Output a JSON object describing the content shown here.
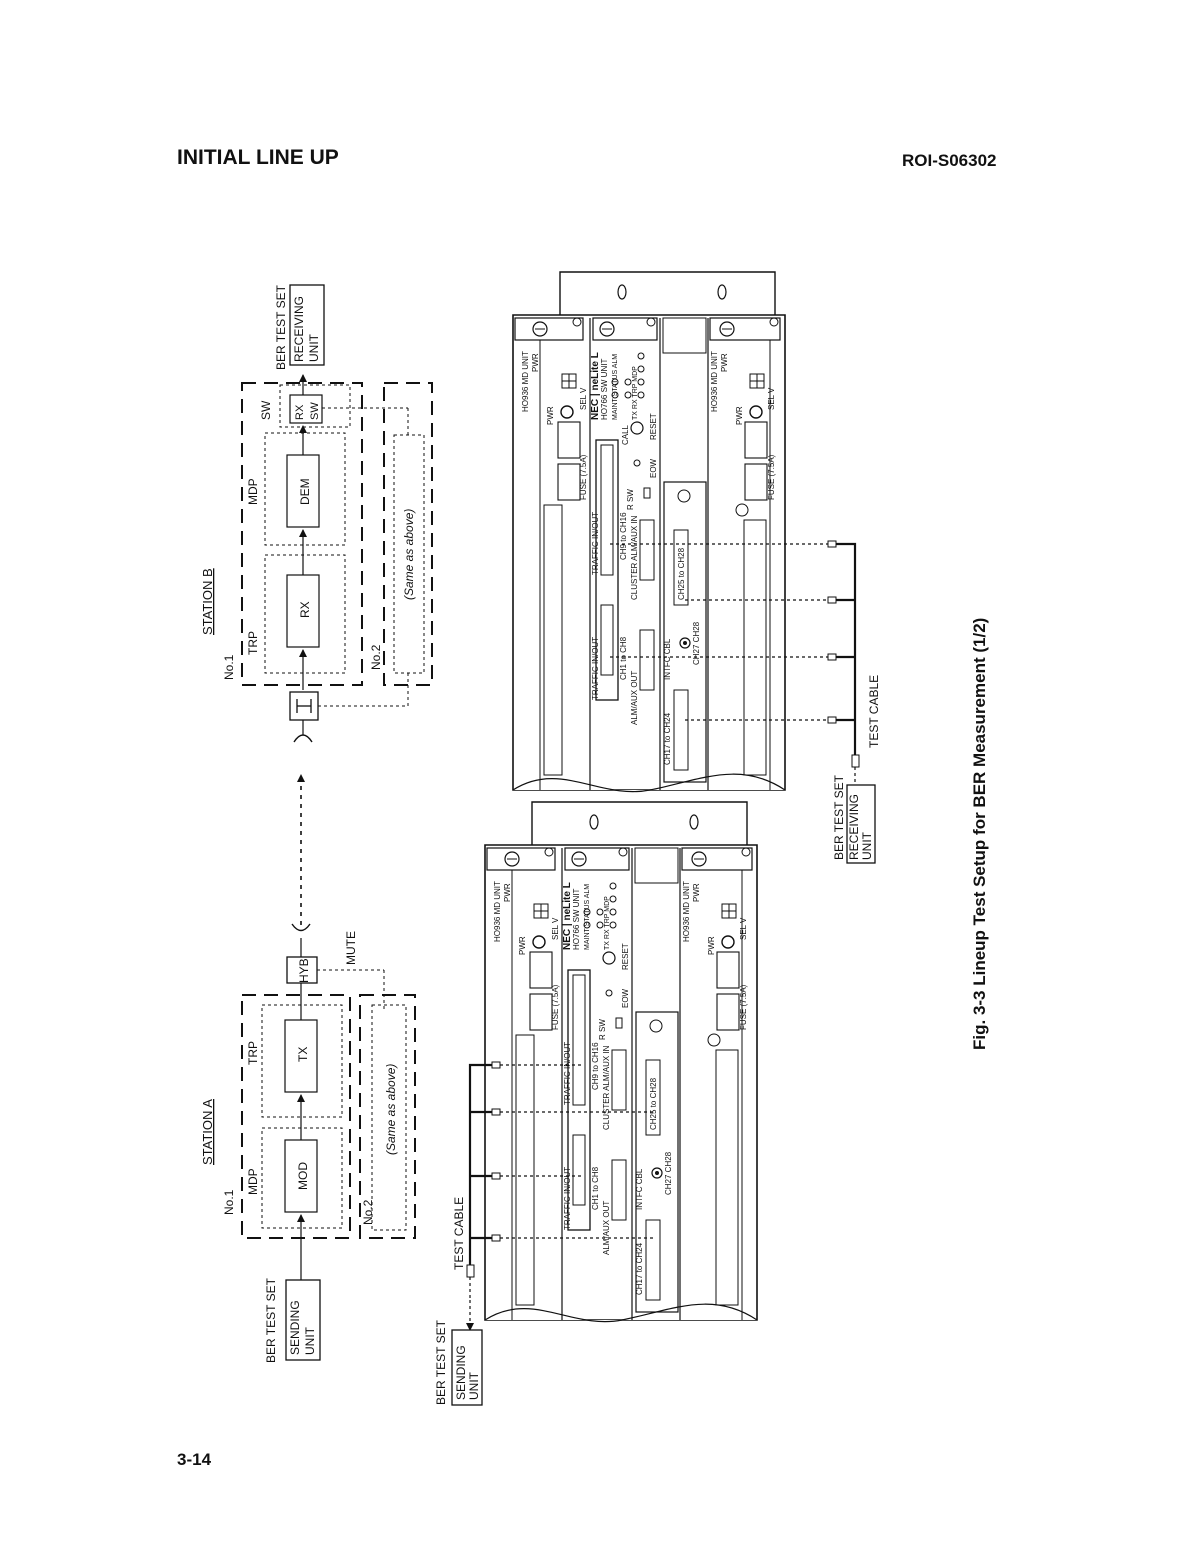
{
  "header": {
    "section_title": "INITIAL LINE UP",
    "doc_number": "ROI-S06302"
  },
  "footer": {
    "page_number": "3-14"
  },
  "figure": {
    "caption": "Fig. 3-3  Lineup Test Setup for BER Measurement  (1/2)",
    "station_a": {
      "title": "STATION A",
      "no1": "No.1",
      "no2": "No.2",
      "mdp": "MDP",
      "trp": "TRP",
      "mod": "MOD",
      "tx": "TX",
      "hyb": "HYB",
      "mute": "MUTE",
      "same": "(Same as above)"
    },
    "station_b": {
      "title": "STATION B",
      "no1": "No.1",
      "no2": "No.2",
      "trp": "TRP",
      "mdp": "MDP",
      "sw": "SW",
      "rx": "RX",
      "dem": "DEM",
      "rxsw_1": "RX",
      "rxsw_2": "SW",
      "same": "(Same as above)"
    },
    "ber": {
      "label": "BER TEST SET",
      "sending_1": "SENDING",
      "sending_2": "UNIT",
      "receiving_1": "RECEIVING",
      "receiving_2": "UNIT"
    },
    "cable_label": "TEST CABLE",
    "shelf": {
      "md_unit": "HO936 MD UNIT",
      "sw_unit": "HO766 SW UNIT",
      "nec_logo": "NEC | neLite L",
      "pwr": "PWR",
      "fuse": "FUSE (7.5A)",
      "sel": "SEL V",
      "maint": "MAINT STATUS ALM",
      "tx_rx": "TX RX TRP MDP",
      "eow": "EOW",
      "call": "CALL",
      "reset": "RESET",
      "rsw": "R SW",
      "traffic": "TRAFFIC IN/OUT",
      "ch1_8": "CH1 to CH8",
      "ch9_16": "CH9 to CH16",
      "cluster": "CLUSTER ALM/AUX IN",
      "almaux": "ALM/AUX OUT",
      "intfc": "INTFC CBL",
      "ch17_24": "CH17 to CH24",
      "ch25_28": "CH25 to CH28",
      "ch27_28": "CH27 CH28"
    }
  }
}
